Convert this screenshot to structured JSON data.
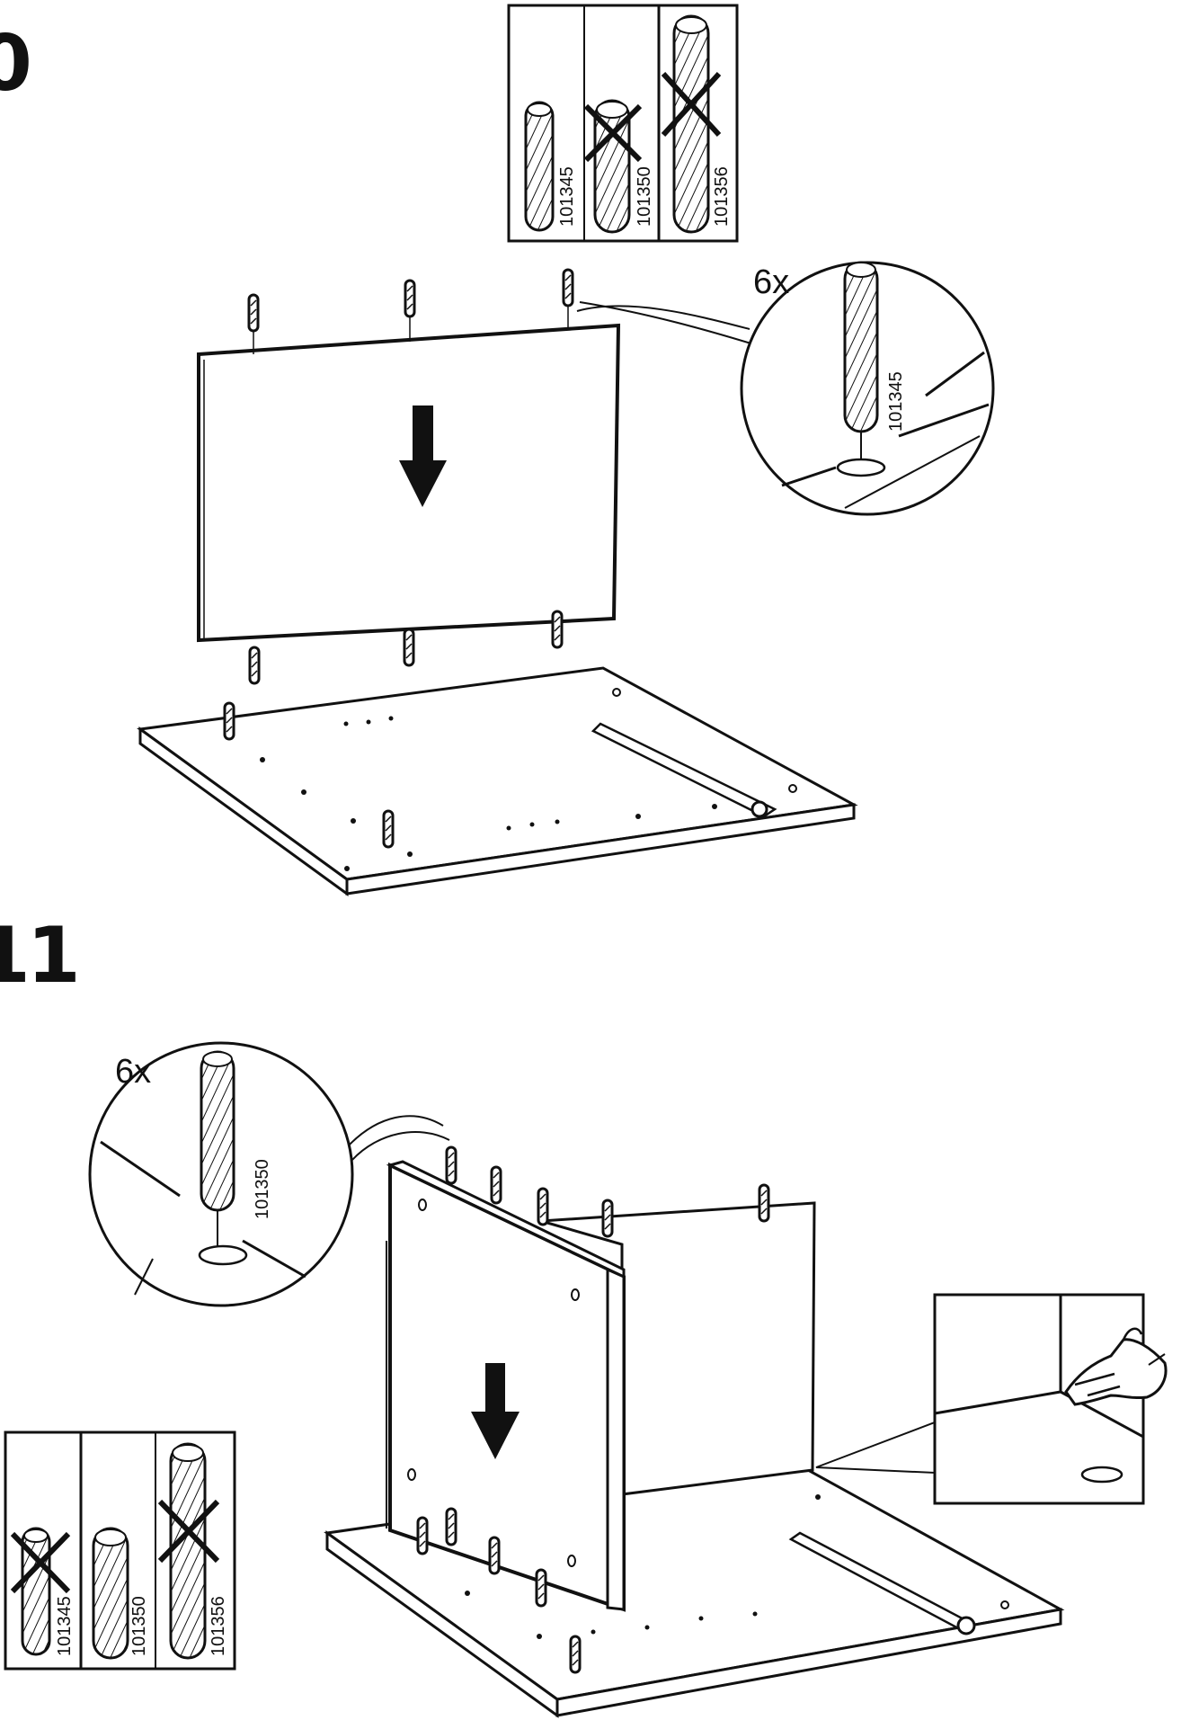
{
  "steps": [
    {
      "number": "0",
      "dowel_selector": [
        {
          "code": "101345",
          "crossed": false
        },
        {
          "code": "101350",
          "crossed": true
        },
        {
          "code": "101356",
          "crossed": true
        }
      ],
      "detail_quantity": "6x",
      "detail_code": "101345"
    },
    {
      "number": "11",
      "dowel_selector": [
        {
          "code": "101345",
          "crossed": true
        },
        {
          "code": "101350",
          "crossed": false
        },
        {
          "code": "101356",
          "crossed": true
        }
      ],
      "detail_quantity": "6x",
      "detail_code": "101350"
    }
  ],
  "icons": {
    "arrow": "down-arrow-icon",
    "pointing_hand": "pointing-hand-icon"
  },
  "colors": {
    "ink": "#111111",
    "paper": "#ffffff"
  }
}
